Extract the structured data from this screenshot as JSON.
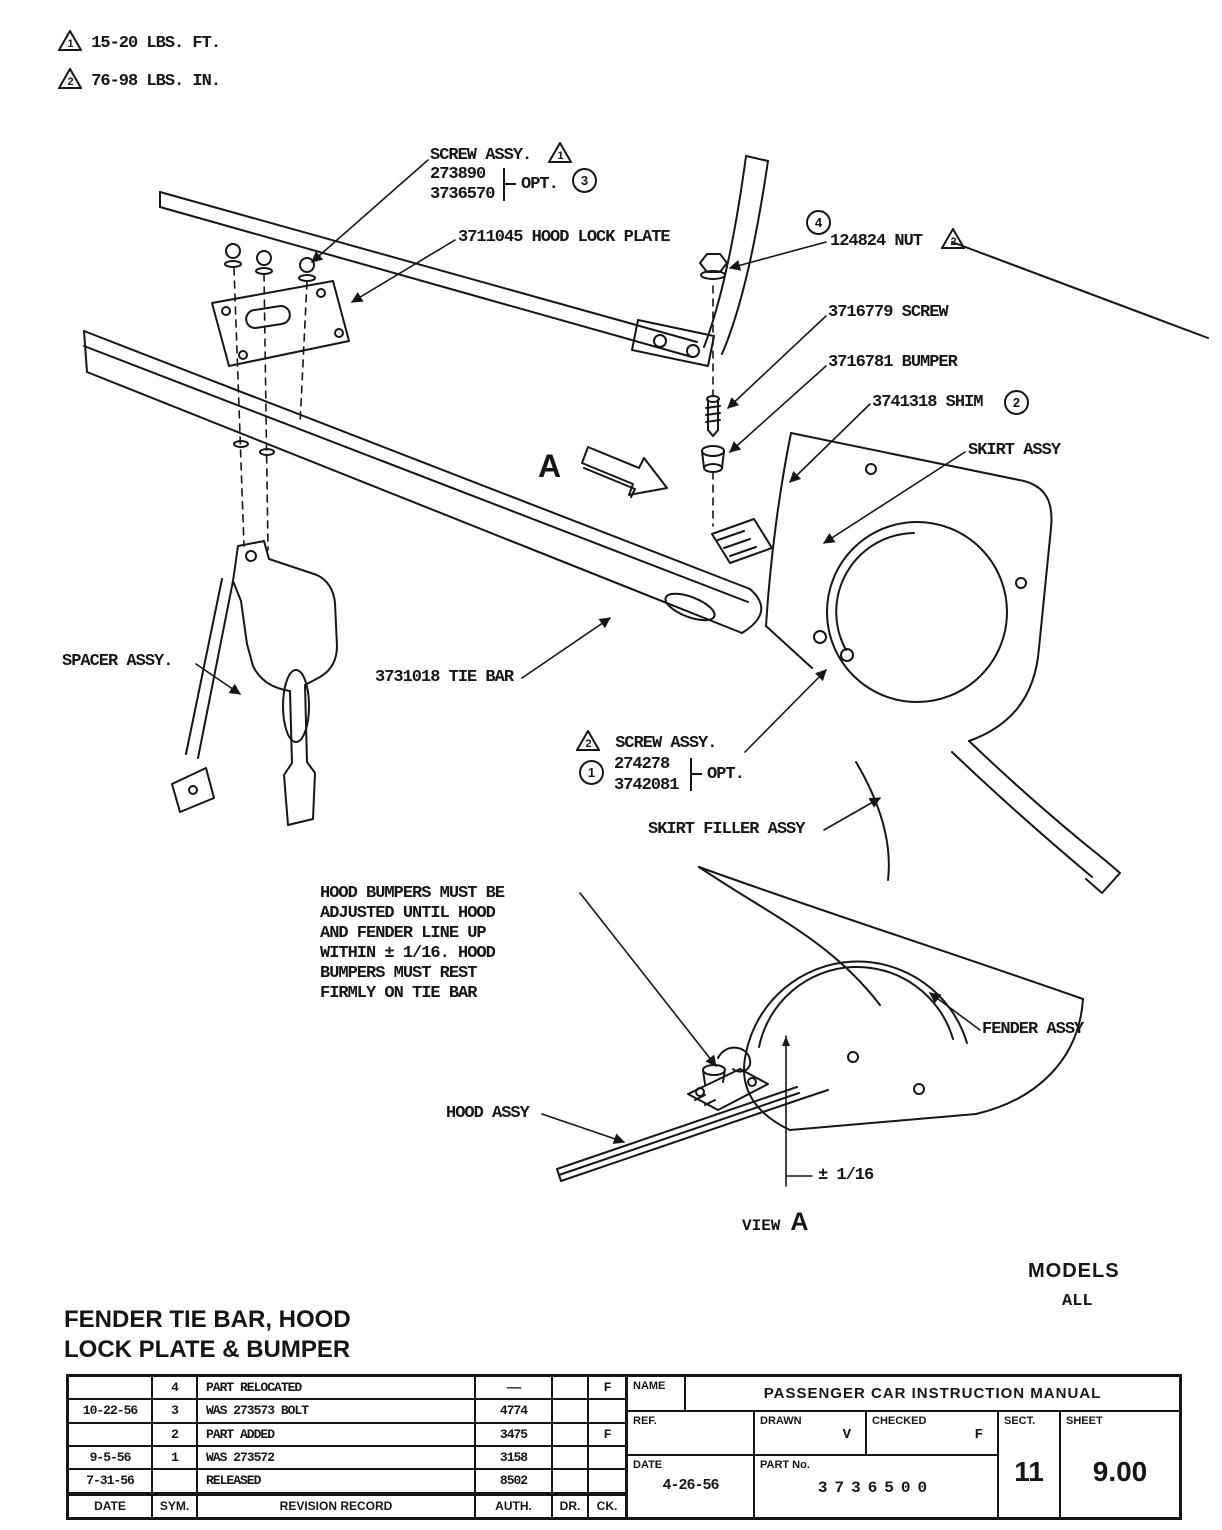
{
  "colors": {
    "ink": "#161616",
    "paper": "#ffffff"
  },
  "torque_notes": [
    {
      "symbol": "1",
      "text": "15-20 LBS. FT."
    },
    {
      "symbol": "2",
      "text": "76-98 LBS. IN."
    }
  ],
  "callouts": {
    "screw_assy_top": {
      "title": "SCREW ASSY.",
      "triangle": "1",
      "part1": "273890",
      "part2": "3736570",
      "opt": "OPT.",
      "circle": "3"
    },
    "hood_lock_plate": {
      "label": "3711045 HOOD LOCK PLATE"
    },
    "nut": {
      "circle": "4",
      "label": "124824 NUT",
      "triangle": "2"
    },
    "screw": {
      "label": "3716779 SCREW"
    },
    "bumper": {
      "label": "3716781 BUMPER"
    },
    "shim": {
      "label": "3741318 SHIM",
      "circle": "2"
    },
    "skirt_assy": {
      "label": "SKIRT ASSY"
    },
    "spacer_assy": {
      "label": "SPACER ASSY."
    },
    "tie_bar": {
      "label": "3731018 TIE BAR"
    },
    "screw_assy_lower": {
      "title": "SCREW ASSY.",
      "triangle": "2",
      "circle": "1",
      "part1": "274278",
      "part2": "3742081",
      "opt": "OPT."
    },
    "skirt_filler": {
      "label": "SKIRT FILLER ASSY"
    },
    "fender_assy": {
      "label": "FENDER ASSY"
    },
    "hood_assy": {
      "label": "HOOD ASSY"
    },
    "tolerance": {
      "label": "± 1/16"
    },
    "section_arrow": {
      "label": "A"
    },
    "adjust_note": {
      "line1": "HOOD BUMPERS MUST BE",
      "line2": "ADJUSTED UNTIL HOOD",
      "line3": "AND FENDER LINE UP",
      "line4": "WITHIN ± 1/16.  HOOD",
      "line5": "BUMPERS MUST REST",
      "line6": "FIRMLY ON TIE BAR"
    }
  },
  "view": {
    "label": "VIEW",
    "value": "A"
  },
  "models": {
    "label": "MODELS",
    "value": "ALL"
  },
  "drawing_title": {
    "line1": "FENDER TIE BAR, HOOD",
    "line2": "LOCK PLATE & BUMPER"
  },
  "revision_table": {
    "headers": {
      "date": "DATE",
      "sym": "SYM.",
      "record": "REVISION RECORD",
      "auth": "AUTH.",
      "dr": "DR.",
      "ck": "CK."
    },
    "rows": [
      {
        "date": "",
        "sym": "4",
        "record": "PART RELOCATED",
        "auth": "——",
        "dr": "",
        "ck": "F"
      },
      {
        "date": "10-22-56",
        "sym": "3",
        "record": "WAS 273573 BOLT",
        "auth": "4774",
        "dr": "",
        "ck": ""
      },
      {
        "date": "",
        "sym": "2",
        "record": "PART ADDED",
        "auth": "3475",
        "dr": "",
        "ck": "F"
      },
      {
        "date": "9-5-56",
        "sym": "1",
        "record": "WAS 273572",
        "auth": "3158",
        "dr": "",
        "ck": ""
      },
      {
        "date": "7-31-56",
        "sym": "",
        "record": "RELEASED",
        "auth": "8502",
        "dr": "",
        "ck": ""
      }
    ]
  },
  "title_block": {
    "name_label": "NAME",
    "name_value": "PASSENGER CAR INSTRUCTION MANUAL",
    "ref_label": "REF.",
    "drawn_label": "DRAWN",
    "drawn_value": "V",
    "checked_label": "CHECKED",
    "checked_value": "F",
    "sect_label": "SECT.",
    "sect_value": "11",
    "sheet_label": "SHEET",
    "sheet_value": "9.00",
    "date_label": "DATE",
    "date_value": "4-26-56",
    "part_label": "PART No.",
    "part_value": "3736500"
  }
}
